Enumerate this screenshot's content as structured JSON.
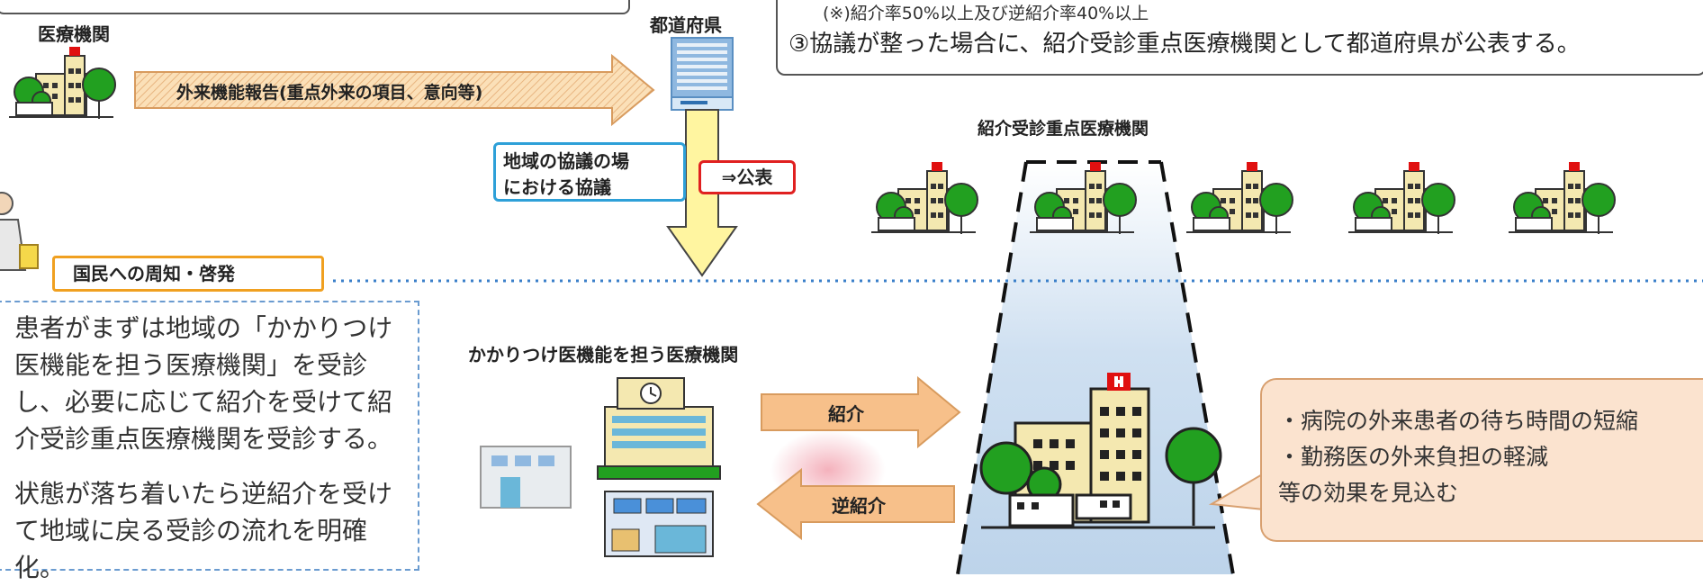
{
  "top_notes": {
    "ratio_note": "(※)紹介率50%以上及び逆紹介率40%以上",
    "step3": "③協議が整った場合に、紹介受診重点医療機関として都道府県が公表する。"
  },
  "labels": {
    "medical_institution": "医療機関",
    "prefecture": "都道府県",
    "report_arrow": "外来機能報告(重点外来の項目、意向等)",
    "regional_council": "地域の協議の場\nにおける協議",
    "publish": "⇒公表",
    "referral_hospitals_title": "紹介受診重点医療機関",
    "public_awareness": "国民への周知・啓発",
    "kakaritsuke_title": "かかりつけ医機能を担う医療機関",
    "referral": "紹介",
    "reverse_referral": "逆紹介"
  },
  "explanation": {
    "paragraph1": "患者がまずは地域の「かかりつけ医機能を担う医療機関」を受診し、必要に応じて紹介を受けて紹介受診重点医療機関を受診する。",
    "paragraph2": "状態が落ち着いたら逆紹介を受けて地域に戻る受診の流れを明確化。"
  },
  "effects": {
    "line1": "・病院の外来患者の待ち時間の短縮",
    "line2": "・勤務医の外来負担の軽減",
    "line3": "等の効果を見込む"
  },
  "colors": {
    "tree_green": "#22a020",
    "building_beige": "#f4e8b0",
    "hospital_red": "#e01010",
    "arrow_yellow": "#fff5a0",
    "arrow_orange": "#f7c08a",
    "callout_bg": "#fbe3cf",
    "funnel_blue": "#c9dcef",
    "council_border": "#2ea0d8",
    "publish_border": "#e02020",
    "awareness_border": "#f0a020",
    "dotted_blue": "#3a7fc9"
  }
}
